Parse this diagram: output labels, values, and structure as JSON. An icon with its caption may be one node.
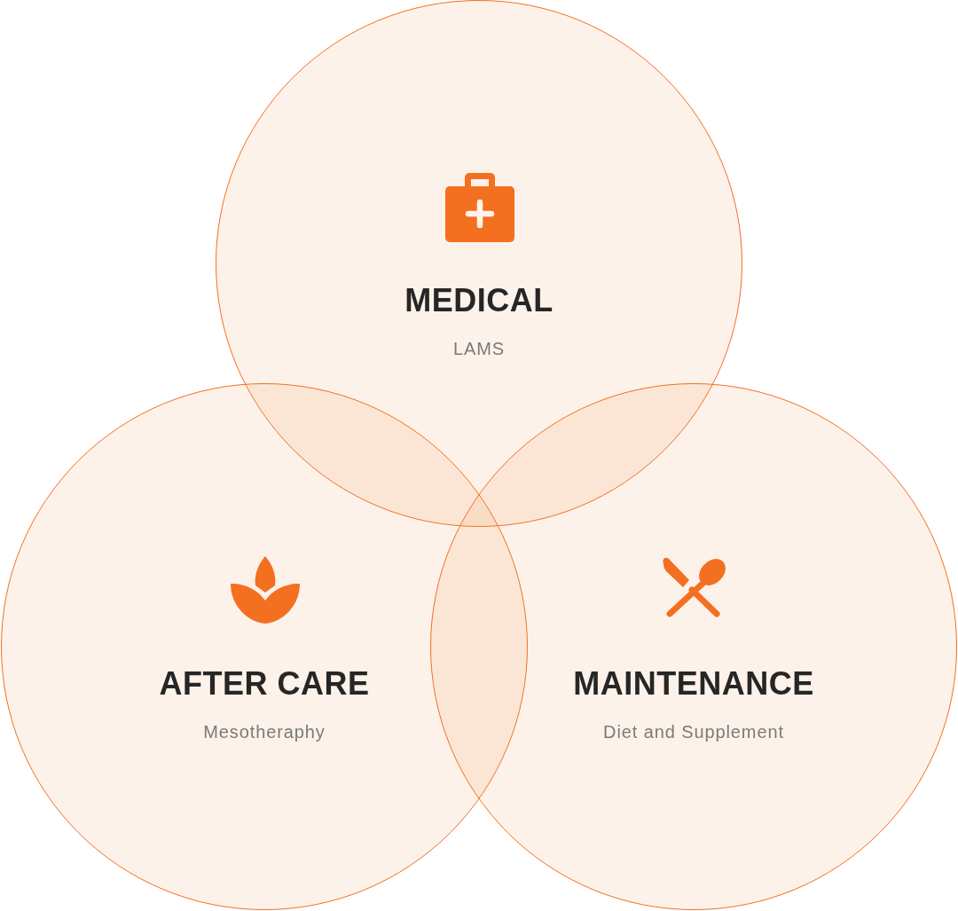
{
  "diagram": {
    "nodes": [
      {
        "text": [
          "MEDICAL",
          "LAMS"
        ]
      },
      {
        "text": [
          "AFTER CARE",
          "Mesotheraphy"
        ]
      },
      {
        "text": [
          "MAINTENANCE",
          "Diet and Supplement"
        ]
      }
    ]
  }
}
